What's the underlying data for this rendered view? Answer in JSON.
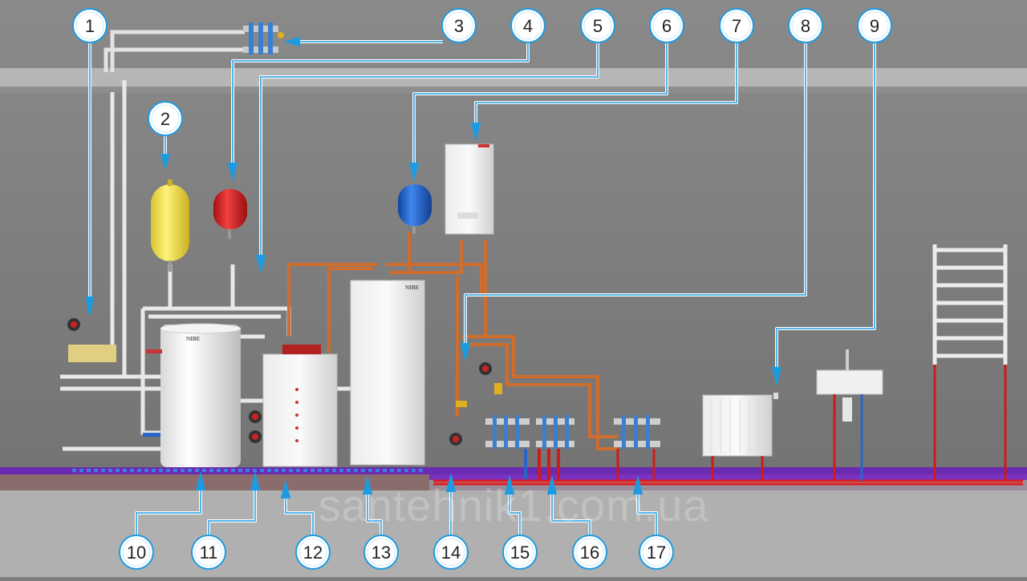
{
  "callouts": [
    {
      "id": "1",
      "label": "1"
    },
    {
      "id": "2",
      "label": "2"
    },
    {
      "id": "3",
      "label": "3"
    },
    {
      "id": "4",
      "label": "4"
    },
    {
      "id": "5",
      "label": "5"
    },
    {
      "id": "6",
      "label": "6"
    },
    {
      "id": "7",
      "label": "7"
    },
    {
      "id": "8",
      "label": "8"
    },
    {
      "id": "9",
      "label": "9"
    },
    {
      "id": "10",
      "label": "10"
    },
    {
      "id": "11",
      "label": "11"
    },
    {
      "id": "12",
      "label": "12"
    },
    {
      "id": "13",
      "label": "13"
    },
    {
      "id": "14",
      "label": "14"
    },
    {
      "id": "15",
      "label": "15"
    },
    {
      "id": "16",
      "label": "16"
    },
    {
      "id": "17",
      "label": "17"
    }
  ],
  "watermark": "santehnik1.com.ua",
  "brands": {
    "heat_pump": "NIBE",
    "storage_tank": "NIBE"
  },
  "colors": {
    "wall": "#7b7b7b",
    "ceiling": "#b4b4b4",
    "floor_top": "#6a2bb0",
    "floor_slab": "#8a6a6a",
    "callout_fill": "#ffffff",
    "callout_ring": "#1e9be0",
    "arrow": "#1e9be0",
    "pipe_hot": "#d06a2a",
    "pipe_white": "#e6e6e6",
    "heat_floor": "#e81010",
    "expansion_yellow": "#f2e04a",
    "expansion_red": "#d21d1d",
    "expansion_blue": "#1e5fd0"
  }
}
